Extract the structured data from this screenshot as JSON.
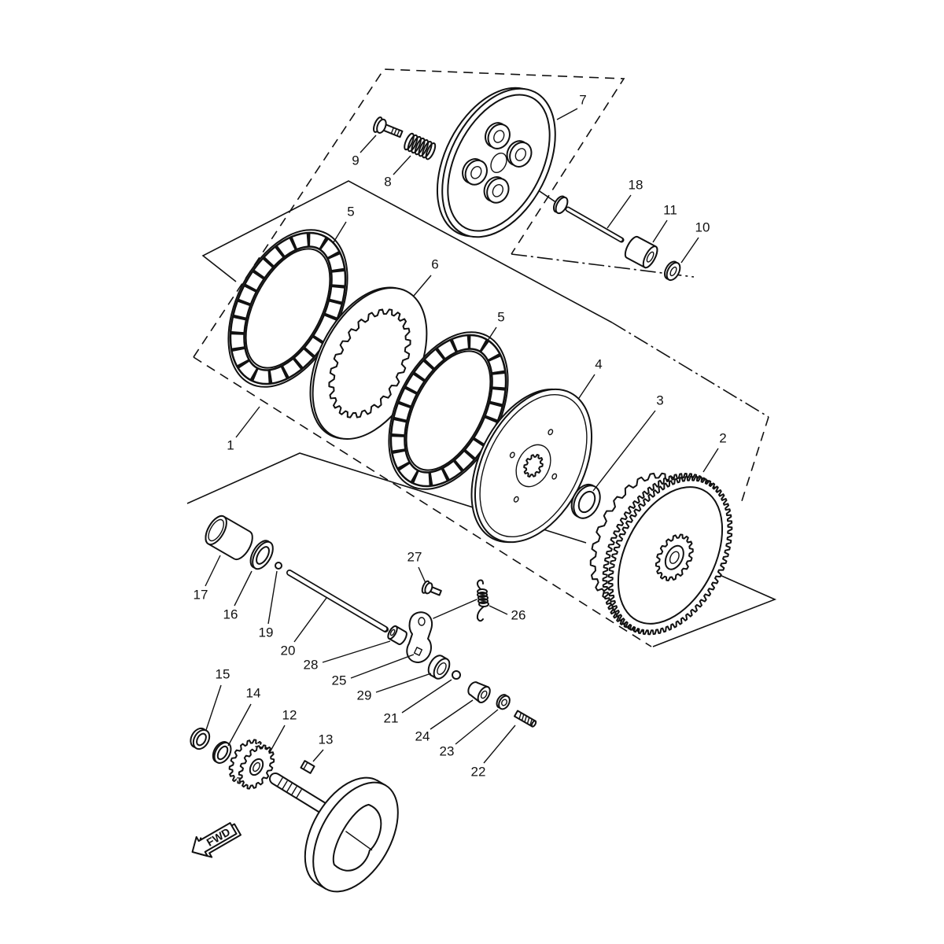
{
  "callouts": {
    "c1": "1",
    "c2": "2",
    "c3": "3",
    "c4": "4",
    "c5a": "5",
    "c5b": "5",
    "c6": "6",
    "c7": "7",
    "c8": "8",
    "c9": "9",
    "c10": "10",
    "c11": "11",
    "c12": "12",
    "c13": "13",
    "c14": "14",
    "c15": "15",
    "c16": "16",
    "c17": "17",
    "c18": "18",
    "c19": "19",
    "c20": "20",
    "c21": "21",
    "c22": "22",
    "c23": "23",
    "c24": "24",
    "c25": "25",
    "c26": "26",
    "c27": "27",
    "c28": "28",
    "c29": "29"
  },
  "fwd_label": "FWD",
  "colors": {
    "line": "#111111",
    "background": "#ffffff"
  }
}
